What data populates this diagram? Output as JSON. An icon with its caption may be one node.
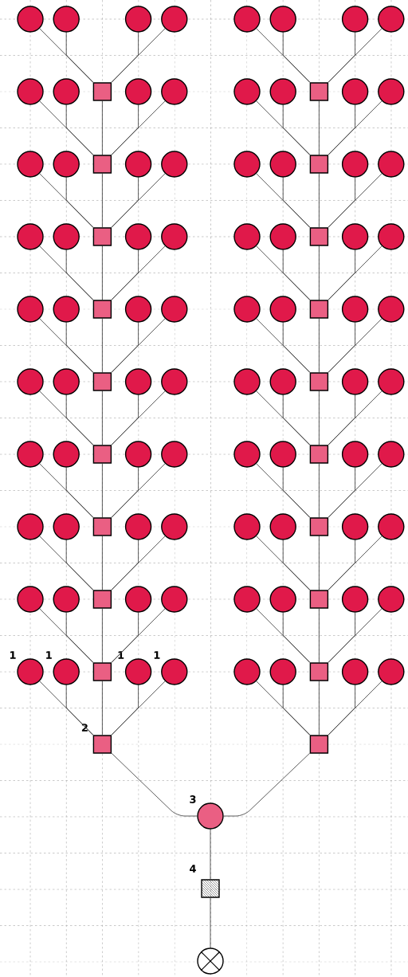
{
  "diagram": {
    "nodes": [
      {
        "text": [],
        "shape": "circle"
      },
      {
        "text": [],
        "shape": "circle"
      },
      {
        "text": [],
        "shape": "circle"
      },
      {
        "text": [],
        "shape": "circle"
      },
      {
        "text": [],
        "shape": "circle"
      },
      {
        "text": [],
        "shape": "circle"
      },
      {
        "text": [],
        "shape": "circle"
      },
      {
        "text": [],
        "shape": "circle"
      },
      {
        "text": [],
        "shape": "circle"
      },
      {
        "text": [],
        "shape": "circle"
      },
      {
        "text": [],
        "shape": "square"
      },
      {
        "text": [],
        "shape": "circle"
      },
      {
        "text": [],
        "shape": "circle"
      },
      {
        "text": [],
        "shape": "circle"
      },
      {
        "text": [],
        "shape": "circle"
      },
      {
        "text": [],
        "shape": "square"
      },
      {
        "text": [],
        "shape": "circle"
      },
      {
        "text": [],
        "shape": "circle"
      },
      {
        "text": [],
        "shape": "circle"
      },
      {
        "text": [],
        "shape": "circle"
      },
      {
        "text": [],
        "shape": "square"
      },
      {
        "text": [],
        "shape": "circle"
      },
      {
        "text": [],
        "shape": "circle"
      },
      {
        "text": [],
        "shape": "circle"
      },
      {
        "text": [],
        "shape": "circle"
      },
      {
        "text": [],
        "shape": "square"
      },
      {
        "text": [],
        "shape": "circle"
      },
      {
        "text": [],
        "shape": "circle"
      },
      {
        "text": [],
        "shape": "circle"
      },
      {
        "text": [],
        "shape": "circle"
      },
      {
        "text": [],
        "shape": "square"
      },
      {
        "text": [],
        "shape": "circle"
      },
      {
        "text": [],
        "shape": "circle"
      },
      {
        "text": [],
        "shape": "circle"
      },
      {
        "text": [],
        "shape": "circle"
      },
      {
        "text": [],
        "shape": "square"
      },
      {
        "text": [],
        "shape": "circle"
      },
      {
        "text": [],
        "shape": "circle"
      },
      {
        "text": [],
        "shape": "circle"
      },
      {
        "text": [],
        "shape": "circle"
      },
      {
        "text": [],
        "shape": "square"
      },
      {
        "text": [],
        "shape": "circle"
      },
      {
        "text": [],
        "shape": "circle"
      },
      {
        "text": [],
        "shape": "circle"
      },
      {
        "text": [],
        "shape": "circle"
      },
      {
        "text": [],
        "shape": "square"
      },
      {
        "text": [],
        "shape": "circle"
      },
      {
        "text": [],
        "shape": "circle"
      },
      {
        "text": [],
        "shape": "circle"
      },
      {
        "text": [],
        "shape": "circle"
      },
      {
        "text": [],
        "shape": "square"
      },
      {
        "text": [],
        "shape": "circle"
      },
      {
        "text": [],
        "shape": "circle"
      },
      {
        "text": [],
        "shape": "circle"
      },
      {
        "text": [],
        "shape": "circle"
      },
      {
        "text": [],
        "shape": "square"
      },
      {
        "text": [],
        "shape": "circle"
      },
      {
        "text": [],
        "shape": "circle"
      },
      {
        "text": [],
        "shape": "circle"
      },
      {
        "text": [],
        "shape": "circle"
      },
      {
        "text": [],
        "shape": "square"
      },
      {
        "text": [],
        "shape": "circle"
      },
      {
        "text": [],
        "shape": "circle"
      },
      {
        "text": [],
        "shape": "circle"
      },
      {
        "text": [],
        "shape": "circle"
      },
      {
        "text": [],
        "shape": "square"
      },
      {
        "text": [],
        "shape": "circle"
      },
      {
        "text": [],
        "shape": "circle"
      },
      {
        "text": [],
        "shape": "circle"
      },
      {
        "text": [],
        "shape": "circle"
      },
      {
        "text": [],
        "shape": "square"
      },
      {
        "text": [],
        "shape": "circle"
      },
      {
        "text": [],
        "shape": "circle"
      },
      {
        "text": [],
        "shape": "circle"
      },
      {
        "text": [],
        "shape": "circle"
      },
      {
        "text": [],
        "shape": "square"
      },
      {
        "text": [],
        "shape": "circle"
      },
      {
        "text": [],
        "shape": "circle"
      },
      {
        "text": [],
        "shape": "circle"
      },
      {
        "text": [],
        "shape": "circle"
      },
      {
        "text": [],
        "shape": "square"
      },
      {
        "text": [],
        "shape": "circle"
      },
      {
        "text": [],
        "shape": "circle"
      },
      {
        "text": [],
        "shape": "circle"
      },
      {
        "text": [],
        "shape": "circle"
      },
      {
        "text": [],
        "shape": "square"
      },
      {
        "text": [],
        "shape": "circle"
      },
      {
        "text": [],
        "shape": "circle"
      },
      {
        "text": [],
        "shape": "circle",
        "beside": [
          "1"
        ]
      },
      {
        "text": [],
        "shape": "circle",
        "beside": [
          "1"
        ]
      },
      {
        "text": [],
        "shape": "square"
      },
      {
        "text": [],
        "shape": "circle",
        "beside": [
          "1"
        ]
      },
      {
        "text": [],
        "shape": "circle",
        "beside": [
          "1"
        ]
      },
      {
        "text": [],
        "shape": "circle"
      },
      {
        "text": [],
        "shape": "circle"
      },
      {
        "text": [],
        "shape": "square"
      },
      {
        "text": [],
        "shape": "circle"
      },
      {
        "text": [],
        "shape": "circle"
      },
      {
        "text": [],
        "shape": "square",
        "beside": [
          "2"
        ]
      },
      {
        "text": [],
        "shape": "square"
      },
      {
        "text": [],
        "shape": "circle",
        "beside": [
          "3"
        ]
      },
      {
        "text": [],
        "shape": "square",
        "beside": [
          "4"
        ]
      },
      {
        "text": [],
        "shape": "circle"
      }
    ],
    "edges": [
      {
        "from": 0,
        "to": 10,
        "arrow": "none"
      },
      {
        "from": 1,
        "to": 10,
        "arrow": "none"
      },
      {
        "from": 2,
        "to": 10,
        "arrow": "none"
      },
      {
        "from": 3,
        "to": 10,
        "arrow": "none"
      },
      {
        "from": 4,
        "to": 15,
        "arrow": "none"
      },
      {
        "from": 5,
        "to": 15,
        "arrow": "none"
      },
      {
        "from": 6,
        "to": 15,
        "arrow": "none"
      },
      {
        "from": 7,
        "to": 15,
        "arrow": "none"
      },
      {
        "from": 8,
        "to": 20,
        "arrow": "none"
      },
      {
        "from": 9,
        "to": 20,
        "arrow": "none"
      },
      {
        "from": 11,
        "to": 20,
        "arrow": "none"
      },
      {
        "from": 12,
        "to": 20,
        "arrow": "none"
      },
      {
        "from": 10,
        "to": 20,
        "arrow": "none"
      },
      {
        "from": 13,
        "to": 25,
        "arrow": "none"
      },
      {
        "from": 14,
        "to": 25,
        "arrow": "none"
      },
      {
        "from": 16,
        "to": 25,
        "arrow": "none"
      },
      {
        "from": 17,
        "to": 25,
        "arrow": "none"
      },
      {
        "from": 15,
        "to": 25,
        "arrow": "none"
      },
      {
        "from": 18,
        "to": 30,
        "arrow": "none"
      },
      {
        "from": 19,
        "to": 30,
        "arrow": "none"
      },
      {
        "from": 21,
        "to": 30,
        "arrow": "none"
      },
      {
        "from": 22,
        "to": 30,
        "arrow": "none"
      },
      {
        "from": 20,
        "to": 30,
        "arrow": "none"
      },
      {
        "from": 23,
        "to": 35,
        "arrow": "none"
      },
      {
        "from": 24,
        "to": 35,
        "arrow": "none"
      },
      {
        "from": 26,
        "to": 35,
        "arrow": "none"
      },
      {
        "from": 27,
        "to": 35,
        "arrow": "none"
      },
      {
        "from": 25,
        "to": 35,
        "arrow": "none"
      },
      {
        "from": 28,
        "to": 40,
        "arrow": "none"
      },
      {
        "from": 29,
        "to": 40,
        "arrow": "none"
      },
      {
        "from": 31,
        "to": 40,
        "arrow": "none"
      },
      {
        "from": 32,
        "to": 40,
        "arrow": "none"
      },
      {
        "from": 30,
        "to": 40,
        "arrow": "none"
      },
      {
        "from": 33,
        "to": 45,
        "arrow": "none"
      },
      {
        "from": 34,
        "to": 45,
        "arrow": "none"
      },
      {
        "from": 36,
        "to": 45,
        "arrow": "none"
      },
      {
        "from": 37,
        "to": 45,
        "arrow": "none"
      },
      {
        "from": 35,
        "to": 45,
        "arrow": "none"
      },
      {
        "from": 38,
        "to": 50,
        "arrow": "none"
      },
      {
        "from": 39,
        "to": 50,
        "arrow": "none"
      },
      {
        "from": 41,
        "to": 50,
        "arrow": "none"
      },
      {
        "from": 42,
        "to": 50,
        "arrow": "none"
      },
      {
        "from": 40,
        "to": 50,
        "arrow": "none"
      },
      {
        "from": 43,
        "to": 55,
        "arrow": "none"
      },
      {
        "from": 44,
        "to": 55,
        "arrow": "none"
      },
      {
        "from": 46,
        "to": 55,
        "arrow": "none"
      },
      {
        "from": 47,
        "to": 55,
        "arrow": "none"
      },
      {
        "from": 45,
        "to": 55,
        "arrow": "none"
      },
      {
        "from": 48,
        "to": 60,
        "arrow": "none"
      },
      {
        "from": 49,
        "to": 60,
        "arrow": "none"
      },
      {
        "from": 51,
        "to": 60,
        "arrow": "none"
      },
      {
        "from": 52,
        "to": 60,
        "arrow": "none"
      },
      {
        "from": 50,
        "to": 60,
        "arrow": "none"
      },
      {
        "from": 53,
        "to": 65,
        "arrow": "none"
      },
      {
        "from": 54,
        "to": 65,
        "arrow": "none"
      },
      {
        "from": 56,
        "to": 65,
        "arrow": "none"
      },
      {
        "from": 57,
        "to": 65,
        "arrow": "none"
      },
      {
        "from": 55,
        "to": 65,
        "arrow": "none"
      },
      {
        "from": 58,
        "to": 70,
        "arrow": "none"
      },
      {
        "from": 59,
        "to": 70,
        "arrow": "none"
      },
      {
        "from": 61,
        "to": 70,
        "arrow": "none"
      },
      {
        "from": 62,
        "to": 70,
        "arrow": "none"
      },
      {
        "from": 60,
        "to": 70,
        "arrow": "none"
      },
      {
        "from": 63,
        "to": 75,
        "arrow": "none"
      },
      {
        "from": 64,
        "to": 75,
        "arrow": "none"
      },
      {
        "from": 66,
        "to": 75,
        "arrow": "none"
      },
      {
        "from": 67,
        "to": 75,
        "arrow": "none"
      },
      {
        "from": 65,
        "to": 75,
        "arrow": "none"
      },
      {
        "from": 68,
        "to": 80,
        "arrow": "none"
      },
      {
        "from": 69,
        "to": 80,
        "arrow": "none"
      },
      {
        "from": 71,
        "to": 80,
        "arrow": "none"
      },
      {
        "from": 72,
        "to": 80,
        "arrow": "none"
      },
      {
        "from": 70,
        "to": 80,
        "arrow": "none"
      },
      {
        "from": 73,
        "to": 85,
        "arrow": "none"
      },
      {
        "from": 74,
        "to": 85,
        "arrow": "none"
      },
      {
        "from": 76,
        "to": 85,
        "arrow": "none"
      },
      {
        "from": 77,
        "to": 85,
        "arrow": "none"
      },
      {
        "from": 75,
        "to": 85,
        "arrow": "none"
      },
      {
        "from": 78,
        "to": 90,
        "arrow": "none"
      },
      {
        "from": 79,
        "to": 90,
        "arrow": "none"
      },
      {
        "from": 81,
        "to": 90,
        "arrow": "none"
      },
      {
        "from": 82,
        "to": 90,
        "arrow": "none"
      },
      {
        "from": 80,
        "to": 90,
        "arrow": "none"
      },
      {
        "from": 83,
        "to": 95,
        "arrow": "none"
      },
      {
        "from": 84,
        "to": 95,
        "arrow": "none"
      },
      {
        "from": 86,
        "to": 95,
        "arrow": "none"
      },
      {
        "from": 87,
        "to": 95,
        "arrow": "none"
      },
      {
        "from": 85,
        "to": 95,
        "arrow": "none"
      },
      {
        "from": 88,
        "to": 98,
        "arrow": "none"
      },
      {
        "from": 89,
        "to": 98,
        "arrow": "none"
      },
      {
        "from": 91,
        "to": 98,
        "arrow": "none"
      },
      {
        "from": 92,
        "to": 98,
        "arrow": "none"
      },
      {
        "from": 90,
        "to": 98,
        "arrow": "none"
      },
      {
        "from": 93,
        "to": 99,
        "arrow": "none"
      },
      {
        "from": 94,
        "to": 99,
        "arrow": "none"
      },
      {
        "from": 96,
        "to": 99,
        "arrow": "none"
      },
      {
        "from": 97,
        "to": 99,
        "arrow": "none"
      },
      {
        "from": 95,
        "to": 99,
        "arrow": "none"
      },
      {
        "from": 98,
        "to": 100,
        "arrow": "none"
      },
      {
        "from": 99,
        "to": 100,
        "arrow": "none"
      },
      {
        "from": 100,
        "to": 101,
        "arrow": "none"
      },
      {
        "from": 101,
        "to": 102,
        "arrow": "none"
      }
    ]
  }
}
